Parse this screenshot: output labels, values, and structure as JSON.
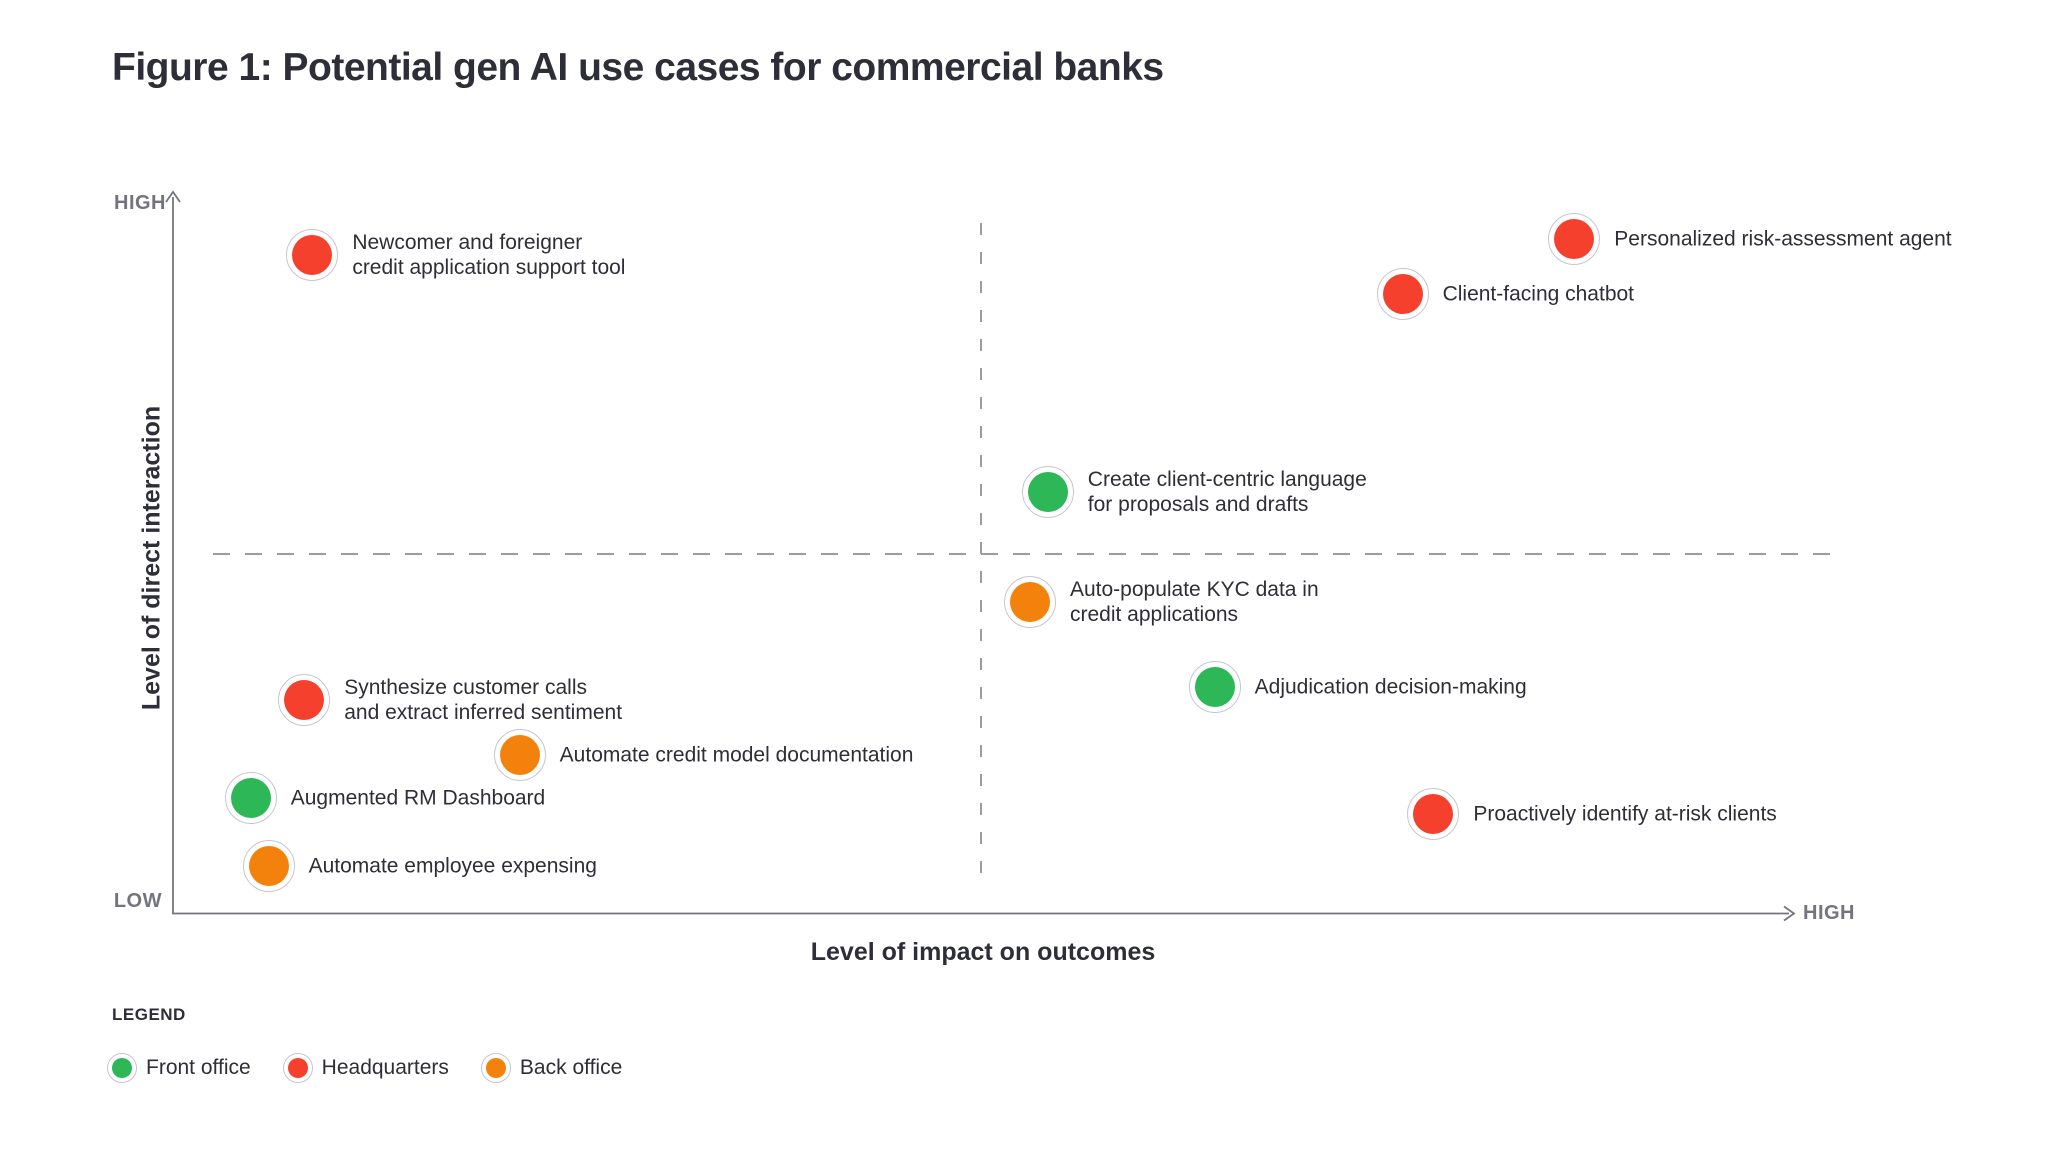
{
  "figure": {
    "title": "Figure 1: Potential gen AI use cases for commercial banks"
  },
  "colors": {
    "front_office": "#2db757",
    "headquarters": "#f4402d",
    "back_office": "#f3820d",
    "text_dark": "#2e2e38",
    "axis_gray": "#75757f",
    "dash_gray": "#9b9ba4",
    "ring_border": "#c6c6cf"
  },
  "legend": {
    "heading": "LEGEND",
    "items": [
      {
        "label": "Front office",
        "category": "front_office"
      },
      {
        "label": "Headquarters",
        "category": "headquarters"
      },
      {
        "label": "Back office",
        "category": "back_office"
      }
    ]
  },
  "chart_data": {
    "type": "scatter",
    "title": "Figure 1: Potential gen AI use cases for commercial banks",
    "xlabel": "Level of impact on outcomes",
    "ylabel": "Level of direct interaction",
    "xlim": [
      0,
      1
    ],
    "ylim": [
      0,
      1
    ],
    "axis_end_labels": {
      "y_top": "HIGH",
      "y_bottom": "LOW",
      "x_right": "HIGH"
    },
    "quadrant_dividers": {
      "vertical_x": 0.5,
      "horizontal_y": 0.5,
      "style": "dashed"
    },
    "grid": false,
    "legend_position": "bottom-left",
    "points": [
      {
        "id": "newcomer-credit-tool",
        "label": "Newcomer and foreigner\ncredit application support tool",
        "category": "headquarters",
        "x": 0.086,
        "y": 0.914
      },
      {
        "id": "personalized-risk-agent",
        "label": "Personalized risk-assessment agent",
        "category": "headquarters",
        "x": 0.865,
        "y": 0.936
      },
      {
        "id": "client-facing-chatbot",
        "label": "Client-facing chatbot",
        "category": "headquarters",
        "x": 0.759,
        "y": 0.86
      },
      {
        "id": "client-centric-language",
        "label": "Create client-centric language\nfor proposals and drafts",
        "category": "front_office",
        "x": 0.54,
        "y": 0.585
      },
      {
        "id": "auto-populate-kyc",
        "label": "Auto-populate KYC data in\ncredit applications",
        "category": "back_office",
        "x": 0.529,
        "y": 0.432
      },
      {
        "id": "synthesize-customer-calls",
        "label": "Synthesize customer calls\nand extract inferred sentiment",
        "category": "headquarters",
        "x": 0.081,
        "y": 0.296
      },
      {
        "id": "adjudication-decision-making",
        "label": "Adjudication decision-making",
        "category": "front_office",
        "x": 0.643,
        "y": 0.314
      },
      {
        "id": "automate-credit-model-doc",
        "label": "Automate credit model documentation",
        "category": "back_office",
        "x": 0.214,
        "y": 0.219
      },
      {
        "id": "augmented-rm-dashboard",
        "label": "Augmented RM Dashboard",
        "category": "front_office",
        "x": 0.048,
        "y": 0.16
      },
      {
        "id": "proactively-identify-at-risk",
        "label": "Proactively identify at-risk clients",
        "category": "headquarters",
        "x": 0.778,
        "y": 0.138
      },
      {
        "id": "automate-employee-expensing",
        "label": "Automate employee expensing",
        "category": "back_office",
        "x": 0.059,
        "y": 0.065
      }
    ]
  }
}
